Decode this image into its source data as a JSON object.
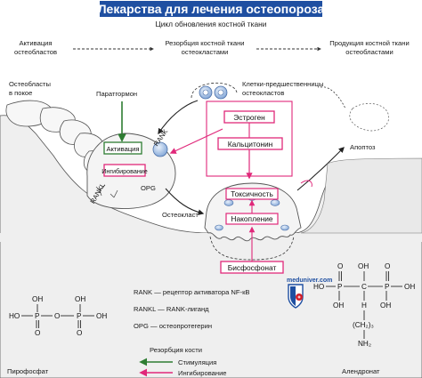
{
  "title": "Лекарства для лечения остеопороза",
  "cycle": {
    "header": "Цикл обновления костной ткани",
    "step1": [
      "Активация",
      "остеобластов"
    ],
    "step2": [
      "Резорбция костной ткани",
      "остеокластами"
    ],
    "step3": [
      "Продукция костной ткани",
      "остеобластами"
    ]
  },
  "labels": {
    "osteoblasts_rest": [
      "Остеобласты",
      "в покое"
    ],
    "parathormone": "Паратгормон",
    "precursors": [
      "Клетки-предшественницы",
      "остеокластов"
    ],
    "activation": "Активация",
    "inhibition": "Ингибирование",
    "rank": "RANK",
    "rankl": "RANKL",
    "opg": "OPG",
    "osteoclast": "Остеокласт",
    "apoptosis": "Апоптоз",
    "watermark": "meduniver.com"
  },
  "boxes": {
    "estrogen": "Эстроген",
    "calcitonin": "Кальцитонин",
    "toxicity": "Токсичность",
    "accumulation": "Накопление",
    "bisphosphonate": "Бисфосфонат"
  },
  "legend": {
    "rank": "RANK — рецептор активатора NF-кВ",
    "rankl": "RANKL — RANK-лиганд",
    "opg": "OPG — остеопротегерин",
    "resorption": "Резорбция кости",
    "stimulation": "Стимуляция",
    "inhibition": "Ингибирование"
  },
  "chemistry": {
    "pyrophosphate_name": "Пирофосфат",
    "alendronate_name": "Алендронат",
    "p": "P",
    "o": "O",
    "oh": "OH",
    "ho": "HO",
    "c": "C",
    "h": "H",
    "ch2n": "(CH₂)₃",
    "nh2": "NH₂"
  },
  "colors": {
    "title_bg": "#1f4fa1",
    "stimulation": "#2e7d32",
    "inhibition": "#e0287a",
    "bone": "#ececec",
    "cell_fill": "#f4f4f4"
  }
}
